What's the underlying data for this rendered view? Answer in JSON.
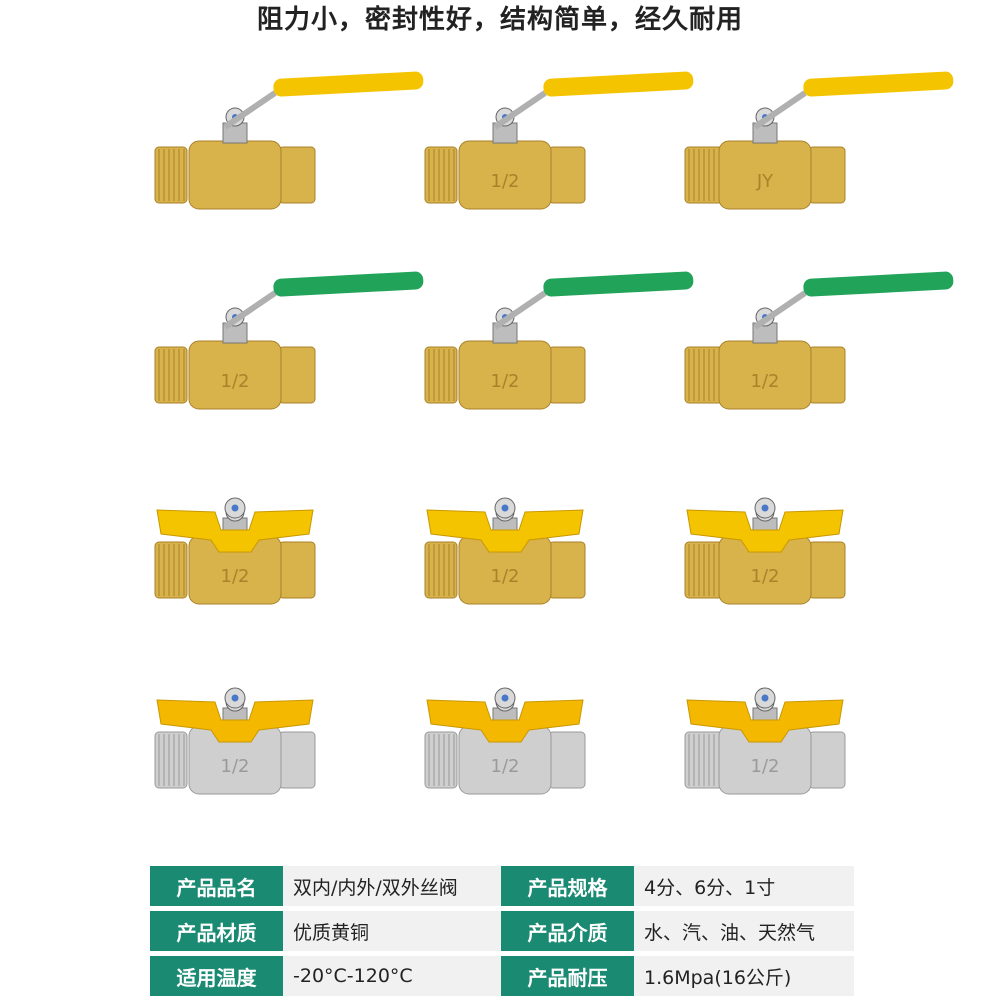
{
  "headline": "阻力小，密封性好，结构简单，经久耐用",
  "valve_rows": [
    {
      "handle": "lever",
      "handle_color": "#f5c400",
      "finish": "brass",
      "items": [
        {
          "style": "male-female",
          "label": ""
        },
        {
          "style": "male-male",
          "label": "1/2"
        },
        {
          "style": "female-female",
          "label": "JY"
        }
      ]
    },
    {
      "handle": "lever",
      "handle_color": "#21a35a",
      "finish": "brass",
      "items": [
        {
          "style": "male-female",
          "label": "1/2"
        },
        {
          "style": "male-male",
          "label": "1/2"
        },
        {
          "style": "female-female",
          "label": "1/2"
        }
      ]
    },
    {
      "handle": "butterfly",
      "handle_color": "#f5c400",
      "finish": "brass",
      "items": [
        {
          "style": "male-female",
          "label": "1/2"
        },
        {
          "style": "male-male",
          "label": "1/2"
        },
        {
          "style": "female-female",
          "label": "1/2"
        }
      ]
    },
    {
      "handle": "butterfly",
      "handle_color": "#f5b800",
      "finish": "nickel",
      "items": [
        {
          "style": "male-female",
          "label": "1/2"
        },
        {
          "style": "male-male",
          "label": "1/2"
        },
        {
          "style": "female-female",
          "label": "1/2"
        }
      ]
    }
  ],
  "specs": [
    {
      "label": "产品品名",
      "value": "双内/内外/双外丝阀"
    },
    {
      "label": "产品规格",
      "value": "4分、6分、1寸"
    },
    {
      "label": "产品材质",
      "value": "优质黄铜"
    },
    {
      "label": "产品介质",
      "value": "水、汽、油、天然气"
    },
    {
      "label": "适用温度",
      "value": "-20°C-120°C"
    },
    {
      "label": "产品耐压",
      "value": "1.6Mpa(16公斤)"
    }
  ],
  "colors": {
    "accent": "#1b8a73",
    "brass": "#d8b24a",
    "nickel": "#cfcfcf"
  }
}
